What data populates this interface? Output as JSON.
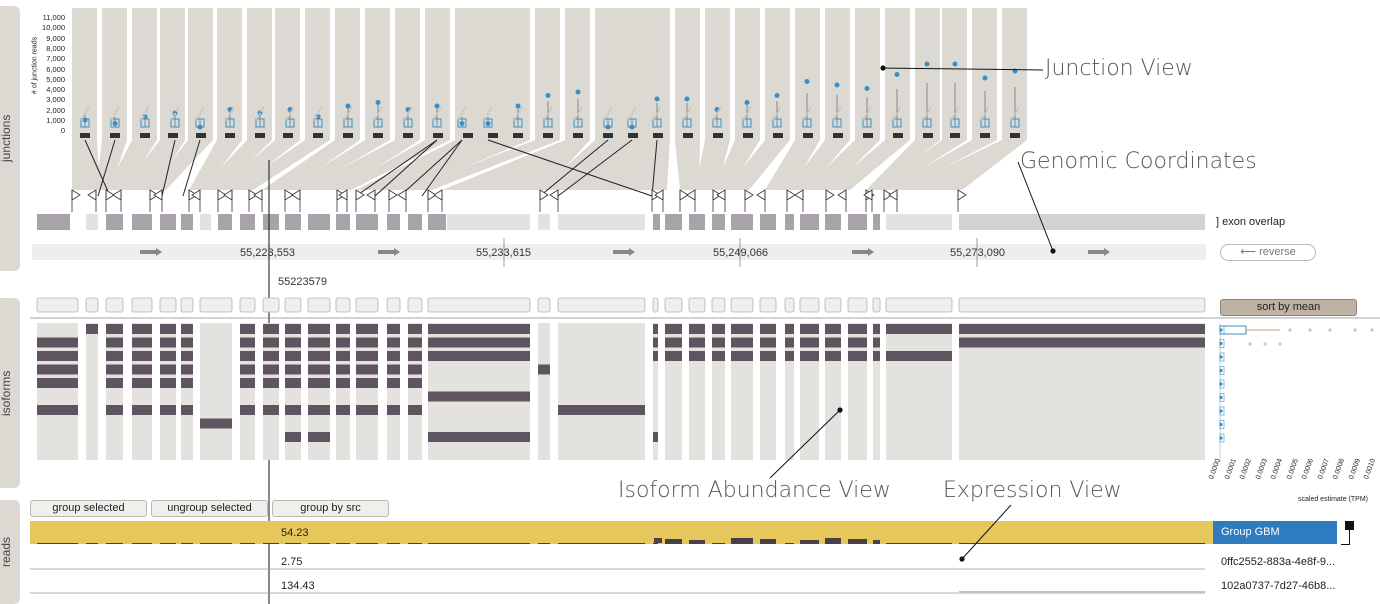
{
  "sections": {
    "junctions_label": "junctions",
    "isoforms_label": "isoforms",
    "reads_label": "reads"
  },
  "junction_axis": {
    "ylabel": "# of junction reads",
    "ticks": [
      "11,000",
      "10,000",
      "9,000",
      "8,000",
      "7,000",
      "6,000",
      "5,000",
      "4,000",
      "3,000",
      "2,000",
      "1,000",
      "0"
    ]
  },
  "genome": {
    "coordinates": [
      "55,223,553",
      "55,233,615",
      "55,249,066",
      "55,273,090"
    ],
    "exon_overlap_label": "] exon overlap",
    "strand_button": "reverse",
    "cursor_position": "55223579"
  },
  "isoform_panel": {
    "sort_button": "sort by mean",
    "x_ticks": [
      "0.0000",
      "0.0001",
      "0.0002",
      "0.0003",
      "0.0004",
      "0.0005",
      "0.0006",
      "0.0007",
      "0.0008",
      "0.0009",
      "0.0010"
    ],
    "x_label": "scaled estimate (TPM)"
  },
  "reads": {
    "buttons": [
      "group selected",
      "ungroup selected",
      "group by src"
    ],
    "rows": [
      {
        "value": "54.23",
        "source": "Group GBM",
        "selected": true
      },
      {
        "value": "2.75",
        "source": "0ffc2552-883a-4e8f-9...",
        "selected": false
      },
      {
        "value": "134.43",
        "source": "102a0737-7d27-46b8...",
        "selected": false
      }
    ]
  },
  "annotations": {
    "junction_view": "Junction View",
    "genomic_coordinates": "Genomic Coordinates",
    "isoform_abundance_view": "Isoform Abundance View",
    "expression_view": "Expression View"
  },
  "colors": {
    "panel_bg": "#dcd9d3",
    "exon_dark": "#5e5561",
    "junction_dot": "#3a8fc7",
    "selected_group": "#e6c75c",
    "group_badge": "#2f7bbf"
  }
}
